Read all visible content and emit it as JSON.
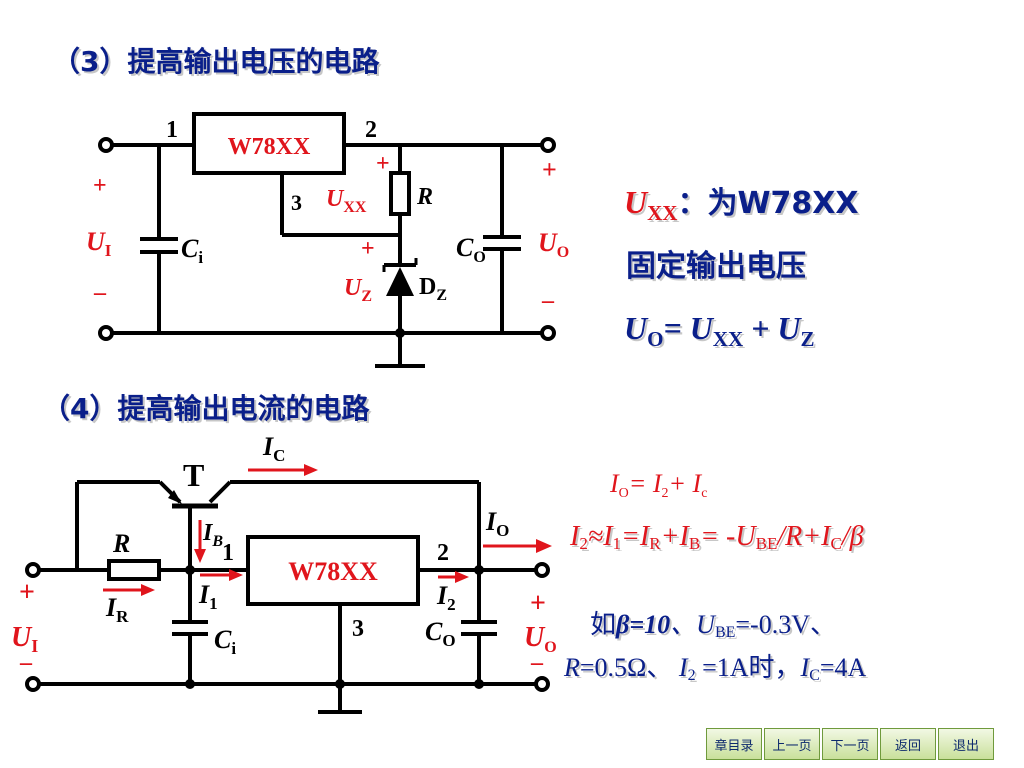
{
  "section3": {
    "title": "（3）提高输出电压的电路",
    "regulator": "W78XX",
    "pins": [
      "1",
      "2",
      "3"
    ],
    "plus": "+",
    "minus": "–",
    "ui": {
      "main": "U",
      "sub": "I"
    },
    "uo": {
      "main": "U",
      "sub": "O"
    },
    "ci": {
      "main": "C",
      "sub": "i"
    },
    "co": {
      "main": "C",
      "sub": "O"
    },
    "uxx": {
      "main": "U",
      "sub": "XX"
    },
    "r": "R",
    "uz": {
      "main": "U",
      "sub": "Z"
    },
    "dz": {
      "main": "D",
      "sub": "Z"
    },
    "note": {
      "uxx_main": "U",
      "uxx_sub": "XX",
      "line1_rest": "：为W78XX",
      "line2": "固定输出电压",
      "eq": {
        "a": "U",
        "a_sub": "O",
        "b": "= U",
        "b_sub": "XX",
        "c": " + U",
        "c_sub": "Z"
      }
    }
  },
  "section4": {
    "title": "（4）提高输出电流的电路",
    "regulator": "W78XX",
    "pins": [
      "1",
      "2",
      "3"
    ],
    "transistor": "T",
    "ic": {
      "main": "I",
      "sub": "C"
    },
    "ib": {
      "main": "I",
      "sub": "B"
    },
    "io": {
      "main": "I",
      "sub": "O"
    },
    "i1": {
      "main": "I",
      "sub": "1"
    },
    "i2": {
      "main": "I",
      "sub": "2"
    },
    "ir": {
      "main": "I",
      "sub": "R"
    },
    "r": "R",
    "ci": {
      "main": "C",
      "sub": "i"
    },
    "co": {
      "main": "C",
      "sub": "O"
    },
    "ui": {
      "main": "U",
      "sub": "I"
    },
    "uo": {
      "main": "U",
      "sub": "O"
    },
    "plus": "+",
    "minus": "–",
    "formula1": {
      "a": "I",
      "a_sub": "O",
      "b": "= I",
      "b_sub": "2",
      "c": "+ I",
      "c_sub": "c"
    },
    "formula2": {
      "t1": "I",
      "s1": "2",
      "t2": "≈I",
      "s2": "1",
      "t3": "=I",
      "s3": "R",
      "t4": "+I",
      "s4": "B",
      "t5": "= -U",
      "s5": "BE",
      "t6": "/R+I",
      "s6": "C",
      "t7": "/β"
    },
    "example1": {
      "t1": "如",
      "t2": "β=10",
      "t3": "、U",
      "s3": "BE",
      "t4": "=-0.3V、"
    },
    "example2": {
      "t1": "R",
      "t2": "=0.5Ω、 ",
      "t3": "I",
      "s3": "2",
      "t4": " =1A时，",
      "t5": "I",
      "s5": "C",
      "t6": "=4A"
    }
  },
  "nav": [
    "章目录",
    "上一页",
    "下一页",
    "返回",
    "退出"
  ],
  "colors": {
    "red": "#e0151c",
    "blue": "#0a1f8a",
    "navy": "#0d2a6d",
    "wire": "#000000",
    "nav_bg": "#c9e09b"
  }
}
